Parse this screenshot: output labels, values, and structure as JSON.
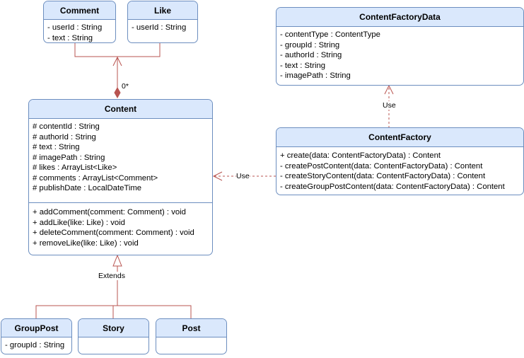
{
  "classes": {
    "comment": {
      "name": "Comment",
      "attributes": [
        "- userId : String",
        "- text : String"
      ]
    },
    "like": {
      "name": "Like",
      "attributes": [
        "- userId : String"
      ]
    },
    "content_factory_data": {
      "name": "ContentFactoryData",
      "attributes": [
        "- contentType : ContentType",
        "- groupId : String",
        "- authorId : String",
        "- text : String",
        "- imagePath : String"
      ]
    },
    "content": {
      "name": "Content",
      "attributes": [
        "# contentId : String",
        "# authorId : String",
        "# text : String",
        "# imagePath : String",
        "# likes : ArrayList<Like>",
        "# comments : ArrayList<Comment>",
        "# publishDate : LocalDateTime"
      ],
      "methods": [
        "+ addComment(comment: Comment) : void",
        "+ addLike(like: Like) : void",
        "+ deleteComment(comment: Comment) : void",
        "+ removeLike(like: Like) : void"
      ]
    },
    "content_factory": {
      "name": "ContentFactory",
      "methods": [
        "+ create(data: ContentFactoryData) : Content",
        "- createPostContent(data: ContentFactoryData) : Content",
        "- createStoryContent(data: ContentFactoryData) : Content",
        "- createGroupPostContent(data: ContentFactoryData) : Content"
      ]
    },
    "group_post": {
      "name": "GroupPost",
      "attributes": [
        "- groupId : String"
      ]
    },
    "story": {
      "name": "Story"
    },
    "post": {
      "name": "Post"
    }
  },
  "labels": {
    "multiplicity": "0*",
    "use_factory_data": "Use",
    "use_content": "Use",
    "extends": "Extends"
  },
  "colors": {
    "header_fill": "#dae8fc",
    "border": "#6c8ebf",
    "connector": "#b85450"
  }
}
